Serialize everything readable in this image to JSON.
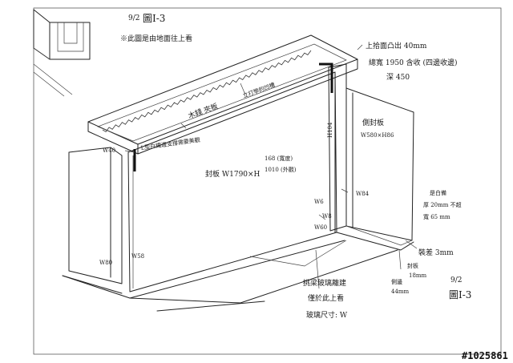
{
  "drawing": {
    "date_top": "9/2",
    "title_top": "圖I-3",
    "view_note": "※此圖是由地面往上看",
    "date_bottom": "9/2",
    "title_bottom": "圖I-3",
    "stamp": "#1025861"
  },
  "labels": {
    "ceiling_board": "木錢 夾板",
    "perimeter_groove": "立打學的凹槽",
    "top_recess_line1": "上拾面凸出 40mm",
    "top_recess_line2": "總寬 1950 含收 (四邊收邊)",
    "top_recess_line3": "深 450",
    "l_bracket": "L型白鐵邊支撐需要美觀",
    "side_tag": "W40",
    "front_board_main": "封板 W1790×H",
    "front_board_h1": "168 (寬度)",
    "front_board_h2": "1010 (外觀)",
    "side_panel_line1": "側封板",
    "side_panel_line2": "W580×H86",
    "right_note_line1": "是白備",
    "right_note_line2": "厚 20mm 不超",
    "right_note_line3": "寬 65 mm",
    "dim_w80_a": "W80",
    "dim_w84": "W84",
    "dim_w6": "W6",
    "dim_w60": "W60",
    "dim_w58": "W58",
    "dim_w8": "W8",
    "dim_h104": "H104",
    "gap_note": "裝差 3mm",
    "seal_board_line1": "封板",
    "seal_board_line2": "18mm",
    "edge_line1": "側邊",
    "edge_line2": "44mm",
    "glass_note_line1": "挑梁玻璃離建",
    "glass_note_line2": "僅於此上看",
    "glass_note_line3": "玻璃尺寸: W"
  }
}
